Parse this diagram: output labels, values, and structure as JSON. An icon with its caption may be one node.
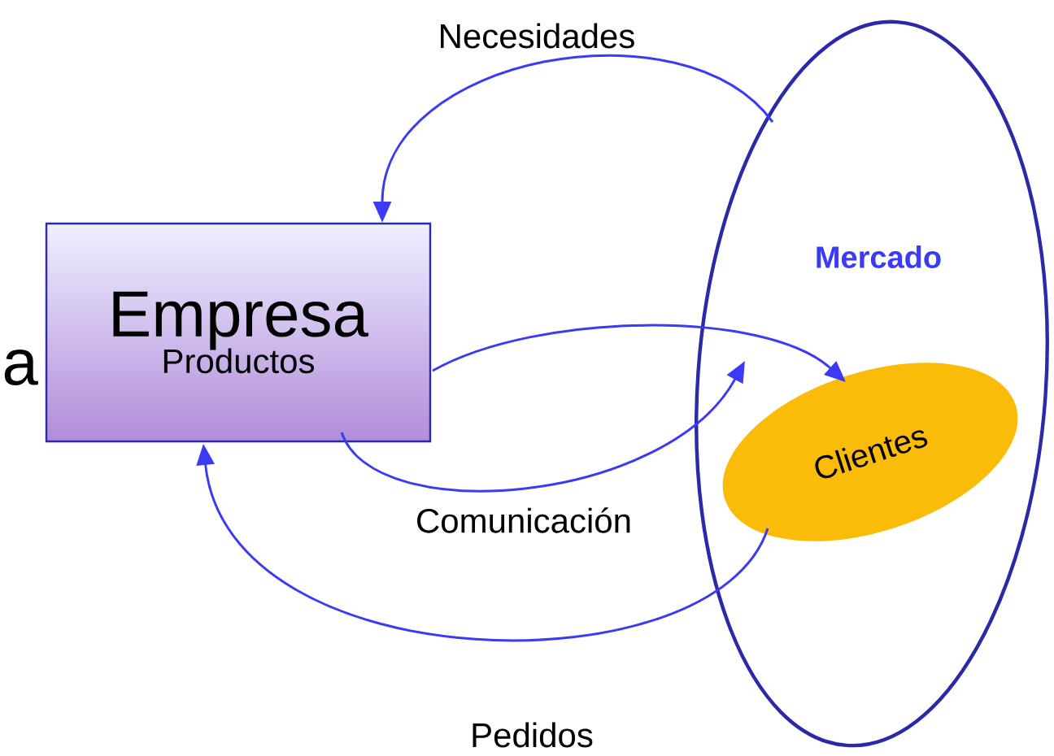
{
  "diagram": {
    "nodes": [
      {
        "text": [
          "Empresa",
          "Productos"
        ]
      },
      {
        "text": [
          "Mercado"
        ]
      },
      {
        "text": [
          "Clientes"
        ],
        "in": 1
      }
    ],
    "edges": [
      {
        "from": 1,
        "to": 0,
        "arrow": "to",
        "label": "Necesidades"
      },
      {
        "from": 0,
        "to": 2,
        "arrow": "to"
      },
      {
        "from": 0,
        "to": 1,
        "arrow": "to",
        "label": "Comunicación"
      },
      {
        "from": 2,
        "to": 0,
        "arrow": "to",
        "label": "Pedidos"
      }
    ],
    "labels": [
      "a"
    ]
  }
}
